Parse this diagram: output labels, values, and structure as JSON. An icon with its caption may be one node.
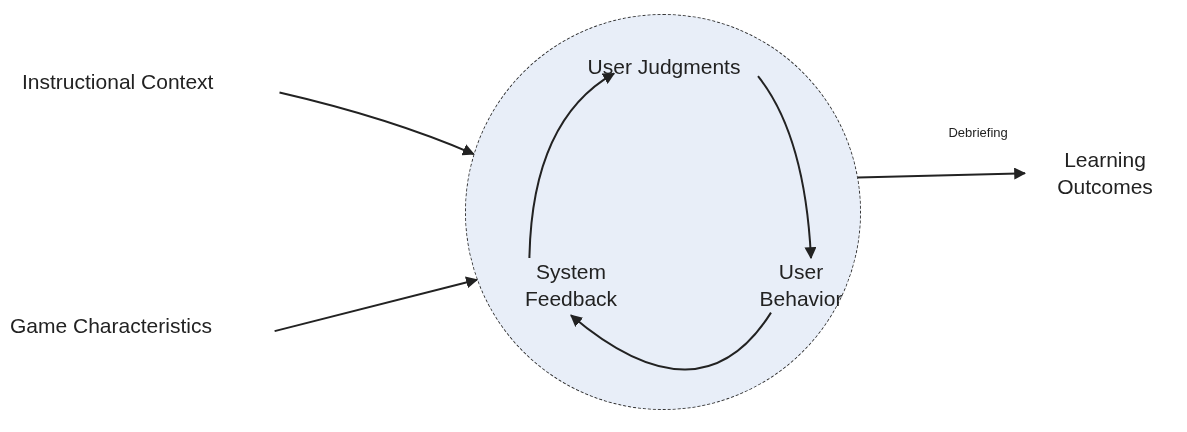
{
  "diagram": {
    "nodes": [
      {
        "text": [
          "Instructional Context"
        ]
      },
      {
        "text": [
          "Game Characteristics"
        ]
      },
      {
        "text": [],
        "shape": "circle"
      },
      {
        "text": [
          "User Judgments"
        ],
        "in": 2
      },
      {
        "text": [
          "User Behavior"
        ],
        "in": 2
      },
      {
        "text": [
          "System Feedback"
        ],
        "in": 2
      },
      {
        "text": [
          "Learning Outcomes"
        ]
      }
    ],
    "edges": [
      {
        "from": 0,
        "to": 2,
        "arrow": "to"
      },
      {
        "from": 1,
        "to": 2,
        "arrow": "to"
      },
      {
        "from": 3,
        "to": 4,
        "arrow": "to"
      },
      {
        "from": 4,
        "to": 5,
        "arrow": "to"
      },
      {
        "from": 5,
        "to": 3,
        "arrow": "to"
      },
      {
        "from": 2,
        "to": 6,
        "arrow": "to",
        "label": "Debriefing"
      }
    ]
  }
}
